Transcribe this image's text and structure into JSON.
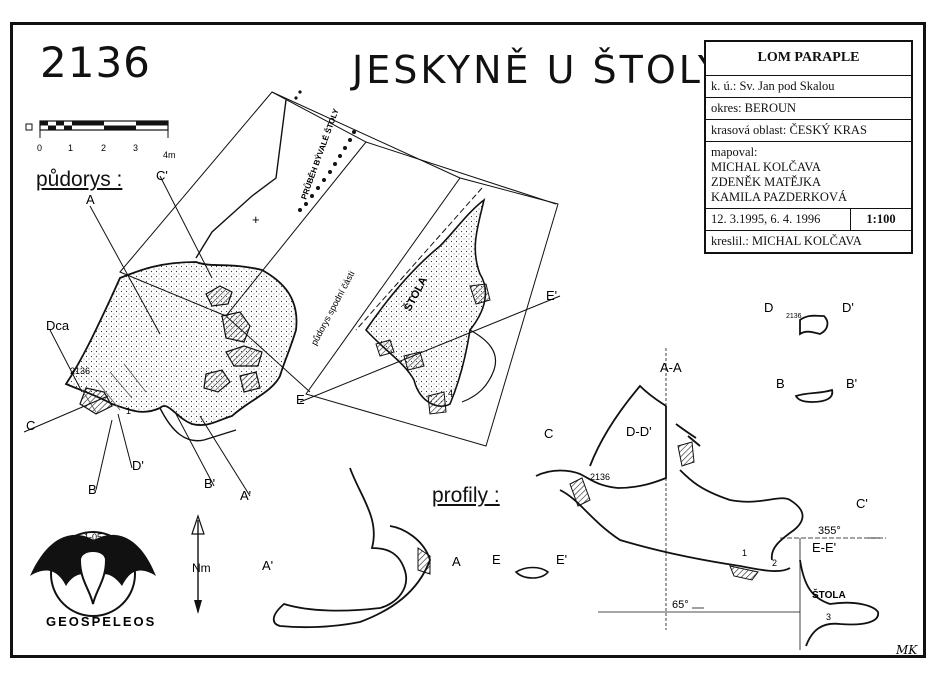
{
  "cave_number": "2136",
  "title": "JESKYNĚ U ŠTOLY",
  "info": {
    "locality": "LOM PARAPLE",
    "cadastre": "k. ú.: Sv. Jan pod Skalou",
    "district": "okres: BEROUN",
    "karst_area": "krasová oblast: ČESKÝ KRAS",
    "mapped_by_label": "mapoval:",
    "surveyors": [
      "MICHAL KOLČAVA",
      "ZDENĚK MATĚJKA",
      "KAMILA PAZDERKOVÁ"
    ],
    "dates": "12. 3.1995, 6. 4. 1996",
    "scale": "1:100",
    "drawn_by": "kreslil.: MICHAL KOLČAVA"
  },
  "scale_bar": {
    "ticks": [
      "0",
      "1",
      "2",
      "3",
      "4m"
    ],
    "length_m": 4
  },
  "sections": {
    "plan_label": "půdorys :",
    "profiles_label": "profily :",
    "lower_part_plan_label": "půdorys spodní části",
    "adit_label": "ŠTOLA",
    "former_adit_label": "PRŮBĚH BÝVALÉ ŠTOLY",
    "north_label": "Nm"
  },
  "section_letters": {
    "A": "A",
    "A_prime": "A'",
    "B": "B",
    "B_prime": "B'",
    "C": "C",
    "C_prime": "C'",
    "D": "D",
    "D_prime": "D'",
    "E": "E",
    "E_prime": "E'",
    "AA": "A-A",
    "DD": "D-D'",
    "EE": "E-E'",
    "Dca": "Dca"
  },
  "survey_points": [
    "1",
    "2",
    "3",
    "4"
  ],
  "azimuths": [
    "355°",
    "65°"
  ],
  "logo": {
    "text": "GEOSPELEOS",
    "code": "1-05"
  },
  "signature": "MK"
}
